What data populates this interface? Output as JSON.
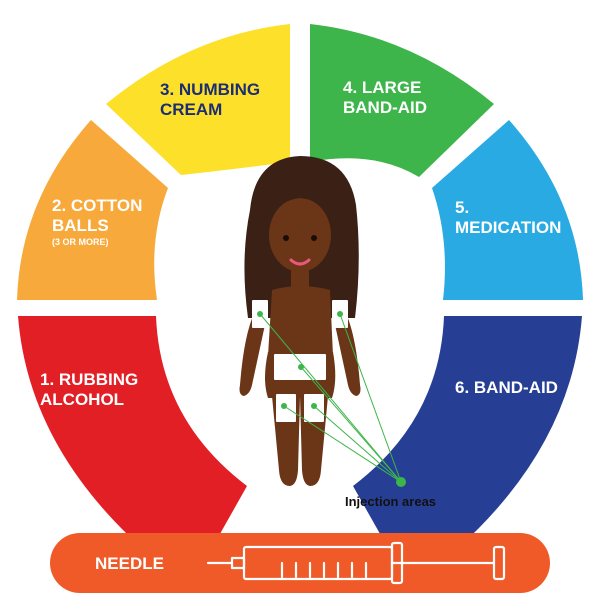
{
  "steps": [
    {
      "label_lines": [
        "1. RUBBING",
        "ALCOHOL"
      ],
      "color": "#e31f26"
    },
    {
      "label_lines": [
        "2. COTTON",
        "BALLS"
      ],
      "sub": "(3 OR MORE)",
      "color": "#f7a93b"
    },
    {
      "label_lines": [
        "3. NUMBING",
        "CREAM"
      ],
      "color": "#fde02a",
      "text_color": "#1d2d72"
    },
    {
      "label_lines": [
        "4. LARGE",
        "BAND-AID"
      ],
      "color": "#3db54a"
    },
    {
      "label_lines": [
        "5.",
        "MEDICATION"
      ],
      "color": "#29aae2"
    },
    {
      "label_lines": [
        "6. BAND-AID"
      ],
      "color": "#263f95"
    }
  ],
  "figure": {
    "skin_color": "#6b3518",
    "hair_color": "#3a2015",
    "bandage_color": "#ffffff",
    "marker_color": "#3db54a"
  },
  "injection_label": "Injection areas",
  "needle": {
    "label": "NEEDLE",
    "color": "#ef5a28",
    "icon": "syringe-icon"
  }
}
